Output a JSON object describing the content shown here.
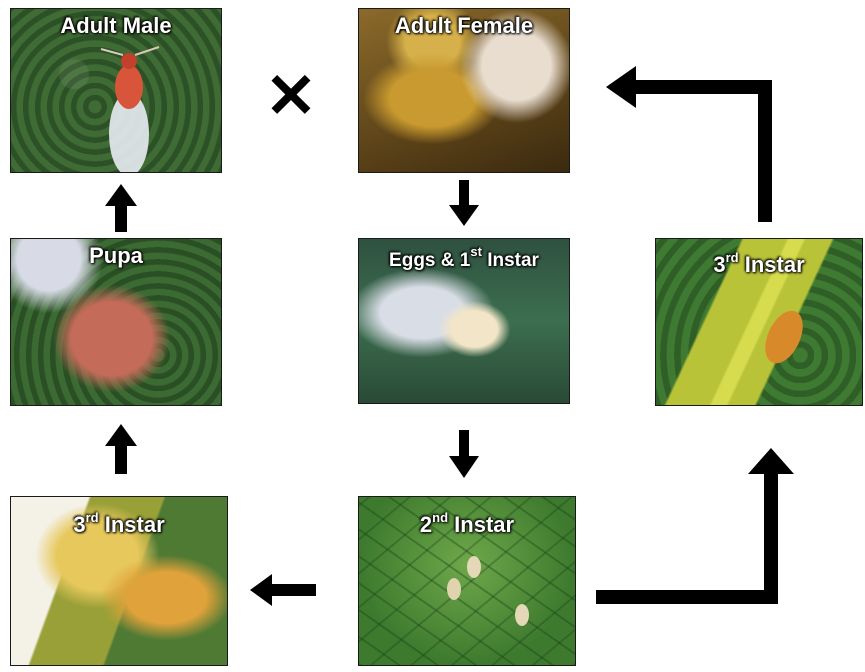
{
  "panels": {
    "adult_male": {
      "label": "Adult Male"
    },
    "adult_female": {
      "label": "Adult Female"
    },
    "pupa": {
      "label": "Pupa"
    },
    "eggs_first_instar": {
      "label_pre": "Eggs & 1",
      "label_sup": "st",
      "label_post": " Instar"
    },
    "third_instar_right": {
      "label_pre": "3",
      "label_sup": "rd",
      "label_post": " Instar"
    },
    "third_instar_left": {
      "label_pre": "3",
      "label_sup": "rd",
      "label_post": " Instar"
    },
    "second_instar": {
      "label_pre": "2",
      "label_sup": "nd",
      "label_post": " Instar"
    }
  },
  "symbols": {
    "mating": "✕"
  },
  "colors": {
    "arrow": "#000000",
    "label": "#ffffff",
    "border": "#1a1a1a"
  }
}
